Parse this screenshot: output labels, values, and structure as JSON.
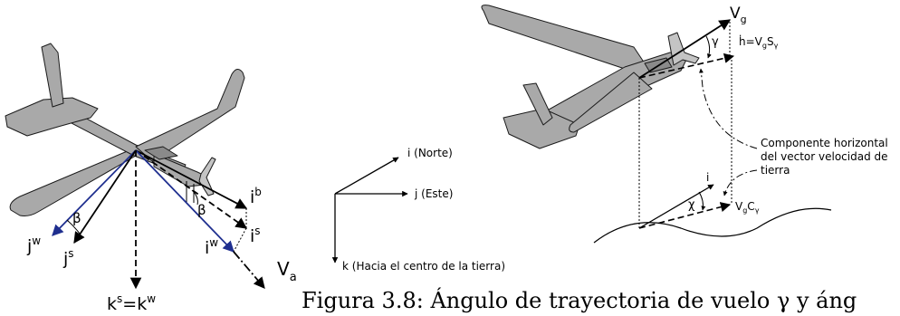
{
  "left_frame": {
    "i_b": "i",
    "i_b_sup": "b",
    "i_s": "i",
    "i_s_sup": "s",
    "i_w": "i",
    "i_w_sup": "w",
    "j_w": "j",
    "j_w_sup": "w",
    "j_s": "j",
    "j_s_sup": "s",
    "k_s": "k",
    "k_s_sup": "s",
    "k_eq": "=k",
    "k_w_sup": "w",
    "beta_1": "β",
    "beta_2": "β",
    "va": "V",
    "va_sub": "a"
  },
  "axes": {
    "i_label": "i (Norte)",
    "j_label": "j (Este)",
    "k_label": "k (Hacia el centro de la tierra)"
  },
  "right_frame": {
    "vg": "V",
    "vg_sub": "g",
    "gamma": "γ",
    "hdot": "ḣ=V",
    "hdot_sub1": "g",
    "hdot_mid": "S",
    "hdot_sub2": "γ",
    "horiz_line1": "Componente horizontal",
    "horiz_line2": "del vector velocidad de",
    "horiz_line3": "tierra",
    "i_label": "i",
    "chi": "χ",
    "vgc": "V",
    "vgc_sub1": "g",
    "vgc_mid": "C",
    "vgc_sub2": "γ"
  },
  "caption": "Figura 3.8: Ángulo de trayectoria de vuelo γ y áng",
  "colors": {
    "plane_fill": "#a9a9a9",
    "plane_stroke": "#1a1a1a",
    "wind_axis": "#1f2f8f",
    "ink": "#000000"
  }
}
